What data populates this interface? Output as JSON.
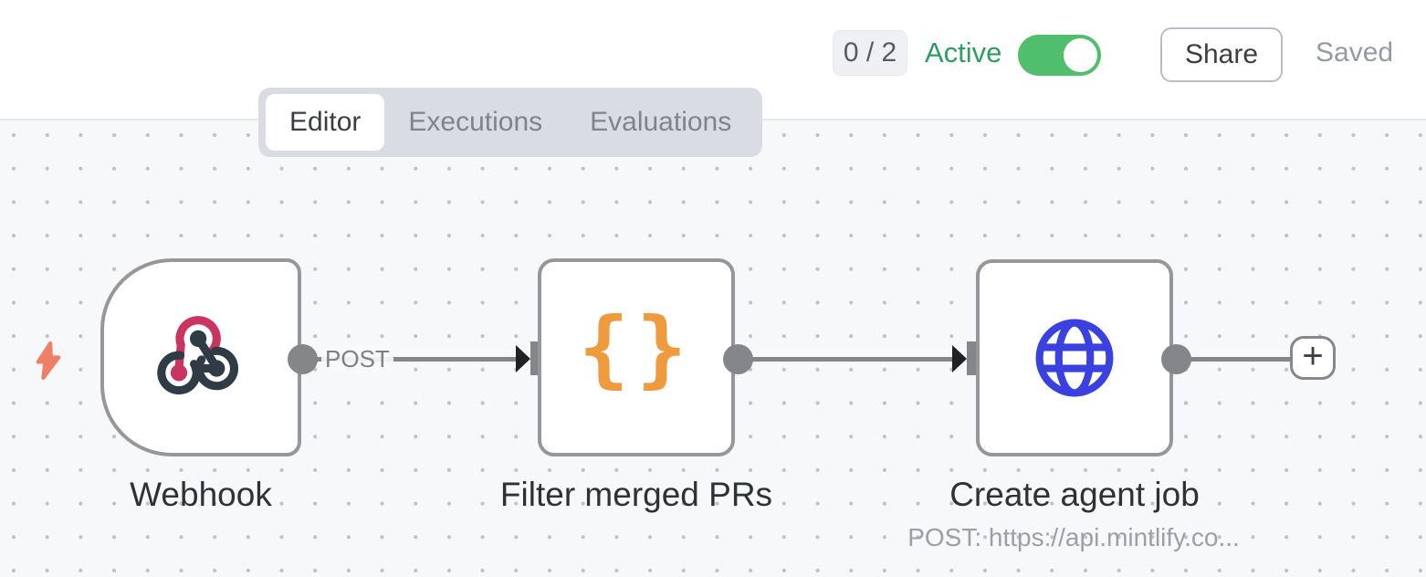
{
  "header": {
    "issues_badge": "0 / 2",
    "active_label": "Active",
    "active_state": "on",
    "share_label": "Share",
    "saved_label": "Saved",
    "tabs": [
      {
        "label": "Editor",
        "active": true
      },
      {
        "label": "Executions",
        "active": false
      },
      {
        "label": "Evaluations",
        "active": false
      }
    ]
  },
  "canvas": {
    "connection_label": "POST",
    "add_button_label": "+",
    "nodes": [
      {
        "name": "Webhook",
        "type": "webhook-trigger",
        "icon": "webhook-icon",
        "shape": "d-shape"
      },
      {
        "name": "Filter merged PRs",
        "type": "code",
        "icon": "code-braces-icon",
        "icon_glyph": "{}"
      },
      {
        "name": "Create agent job",
        "type": "http-request",
        "icon": "globe-icon",
        "subtitle": "POST: https://api.mintlify.co..."
      }
    ]
  },
  "colors": {
    "webhook_pink": "#CA3461",
    "webhook_dark": "#2F3B45",
    "code_orange": "#F09A3E",
    "http_blue": "#3B41E0",
    "bolt_coral": "#EF8068",
    "toggle_green": "#50BE6C",
    "active_green": "#2E9E60",
    "node_border": "#95979C",
    "wire_gray": "#84868A",
    "canvas_bg": "#F7F8FA"
  }
}
